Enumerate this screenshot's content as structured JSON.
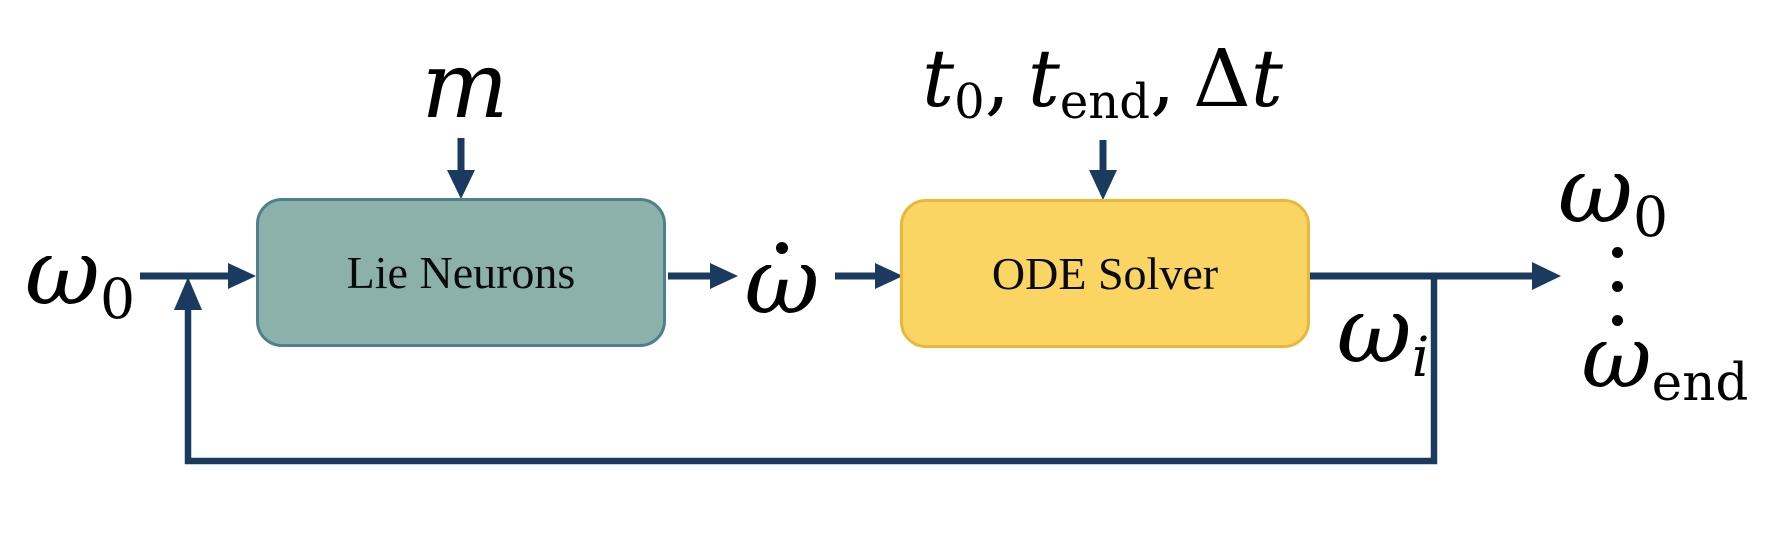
{
  "colors": {
    "bg": "#ffffff",
    "ink": "#000000",
    "arrow": "#1b3a5f",
    "lieFill": "#8cb1aa",
    "lieBorder": "#4e7f8c",
    "odeFill": "#fbd563",
    "odeBorder": "#e9b83a",
    "nodeText": "#0a0a0a"
  },
  "nodes": {
    "lie_neurons": {
      "label": "Lie Neurons"
    },
    "ode_solver": {
      "label": "ODE Solver"
    }
  },
  "labels": {
    "initial_state": {
      "base": "ω",
      "sub": "0"
    },
    "module_param": {
      "base": "m"
    },
    "time_params": {
      "t0_base": "t",
      "t0_sub": "0",
      "comma1": ",",
      "tend_base": "t",
      "tend_sub": "end",
      "comma2": ",",
      "delta": "Δ",
      "dt_base": "t"
    },
    "state_derivative": {
      "base": "ω",
      "dot": "˙"
    },
    "iterate_state": {
      "base": "ω",
      "sub": "i"
    },
    "output_first": {
      "base": "ω",
      "sub": "0"
    },
    "output_ellipsis": "⋮",
    "output_last": {
      "base": "ω",
      "sub": "end"
    }
  }
}
